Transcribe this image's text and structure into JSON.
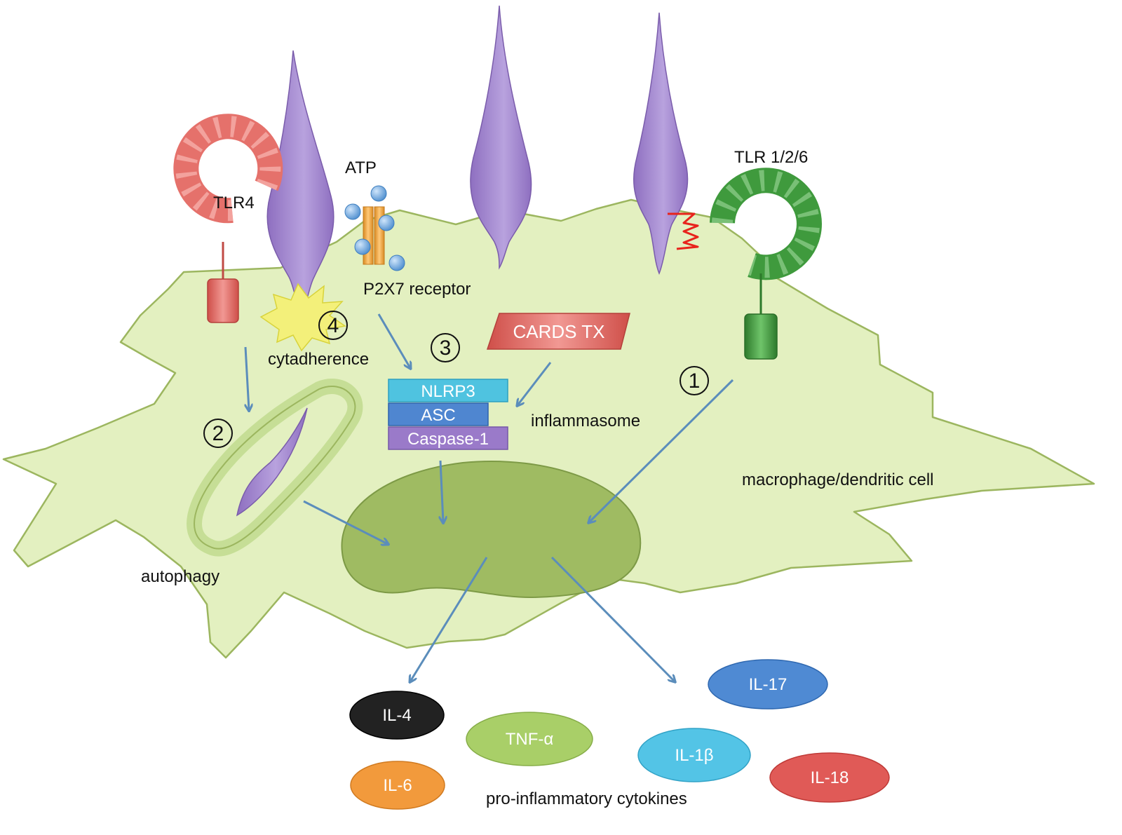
{
  "labels": {
    "tlr4": "TLR4",
    "tlr126": "TLR 1/2/6",
    "atp": "ATP",
    "p2x7": "P2X7 receptor",
    "cytadherence": "cytadherence",
    "autophagy": "autophagy",
    "inflammasome": "inflammasome",
    "cell": "macrophage/dendritic cell",
    "cytokines_caption": "pro-inflammatory cytokines"
  },
  "steps": [
    "1",
    "2",
    "3",
    "4"
  ],
  "toxin": "CARDS TX",
  "inflammasome_parts": {
    "nlrp3": "NLRP3",
    "asc": "ASC",
    "caspase": "Caspase-1"
  },
  "cytokines": {
    "il4": "IL-4",
    "il6": "IL-6",
    "tnf": "TNF-α",
    "il1b": "IL-1β",
    "il17": "IL-17",
    "il18": "IL-18"
  },
  "colors": {
    "cell_fill": "#e3f0c0",
    "cell_stroke": "#9cb65f",
    "nucleus": "#9fbb62",
    "mycoplasma": "#a98ed0",
    "tlr4": "#e5716b",
    "tlr126": "#3f9a3d",
    "atp": "#6fa8dc",
    "p2x7": "#f2a33b",
    "arrow": "#5b8dbb",
    "nlrp3": "#4fc3e0",
    "asc": "#4f86d0",
    "caspase": "#9a7ac9",
    "cards_tx": "#e96a66",
    "il4": "#222222",
    "il6": "#f29a3c",
    "tnf": "#a9cf68",
    "il1b": "#53c4e6",
    "il17": "#4f8ad3",
    "il18": "#e05a57"
  }
}
